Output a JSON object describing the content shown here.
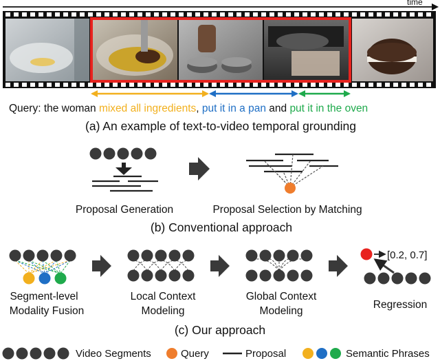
{
  "time_label": "time",
  "query": {
    "prefix": "Query: the woman ",
    "phrase1": "mixed all ingredients",
    "sep1": ", ",
    "phrase2": "put it in a pan",
    "sep2": " and ",
    "phrase3": "put it in the oven"
  },
  "caption_a": "(a) An example of text-to-video temporal grounding",
  "conventional": {
    "proposal_generation": "Proposal Generation",
    "proposal_selection": "Proposal Selection by Matching",
    "caption": "(b) Conventional approach"
  },
  "ours": {
    "fusion_line1": "Segment-level",
    "fusion_line2": "Modality Fusion",
    "local_line1": "Local Context",
    "local_line2": "Modeling",
    "global_line1": "Global Context",
    "global_line2": "Modeling",
    "regression": "Regression",
    "output": "[0.2, 0.7]",
    "caption": "(c) Our approach"
  },
  "legend": {
    "video_segments": "Video Segments",
    "query": "Query",
    "proposal": "Proposal",
    "semantic_phrases": "Semantic Phrases"
  },
  "colors": {
    "phrase1": "#f2b01e",
    "phrase2": "#1f6fc5",
    "phrase3": "#1faa4c",
    "query_node": "#ef7d2d",
    "highlight_box": "#e8231f",
    "node": "#3a3a3a"
  }
}
